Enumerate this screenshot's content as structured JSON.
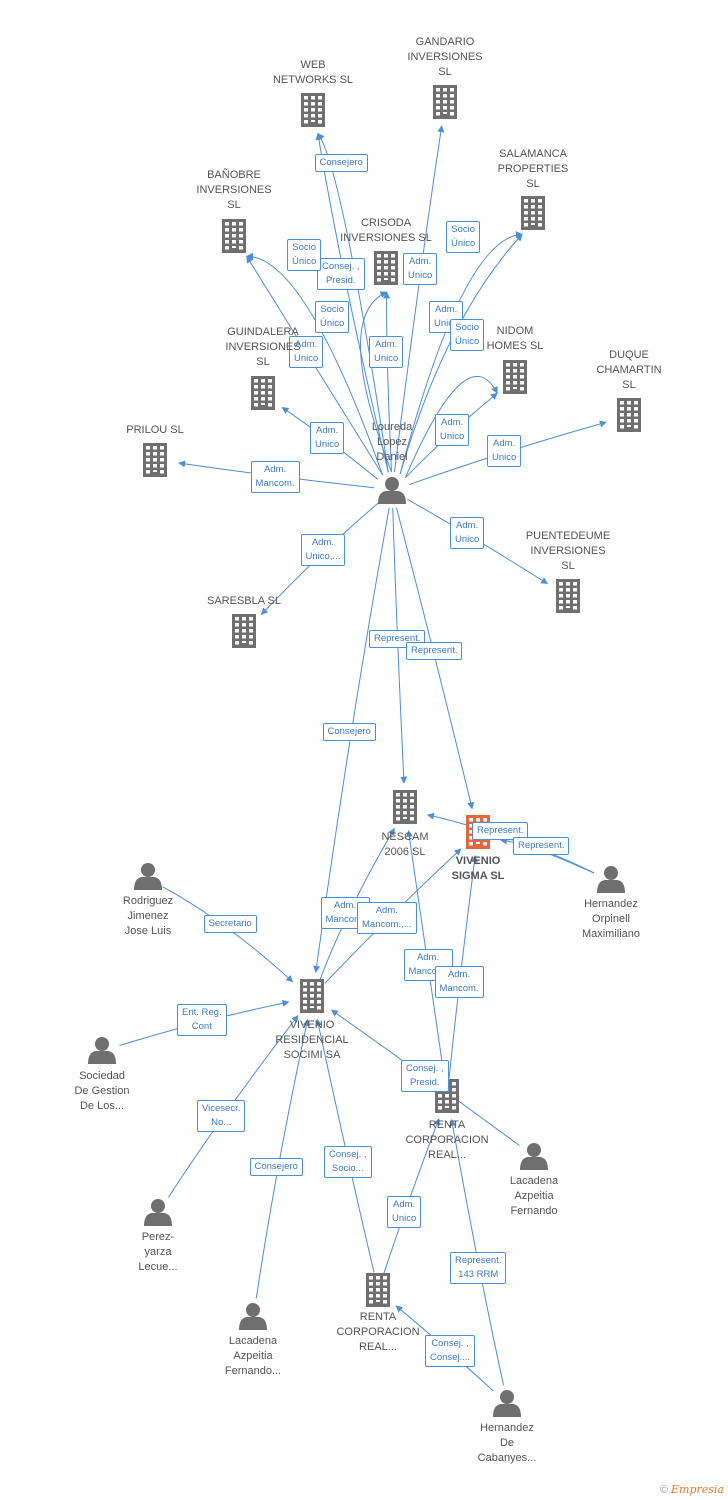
{
  "colors": {
    "edge": "#4a8fdc",
    "company": "#6f6f6f",
    "person": "#6f6f6f",
    "highlight": "#e8643c"
  },
  "nodes": [
    {
      "id": "web",
      "label": "WEB\nNETWORKS SL",
      "type": "company"
    },
    {
      "id": "gandario",
      "label": "GANDARIO\nINVERSIONES\nSL",
      "type": "company"
    },
    {
      "id": "banobre",
      "label": "BAÑOBRE\nINVERSIONES\nSL",
      "type": "company"
    },
    {
      "id": "salamanca",
      "label": "SALAMANCA\nPROPERTIES\nSL",
      "type": "company"
    },
    {
      "id": "crisoda",
      "label": "CRISODA\nINVERSIONES SL",
      "type": "company"
    },
    {
      "id": "guindalera",
      "label": "GUINDALERA\nINVERSIONES\nSL",
      "type": "company"
    },
    {
      "id": "nidom",
      "label": "NIDOM\nHOMES SL",
      "type": "company"
    },
    {
      "id": "duque",
      "label": "DUQUE\nCHAMARTIN\nSL",
      "type": "company"
    },
    {
      "id": "prilou",
      "label": "PRILOU SL",
      "type": "company"
    },
    {
      "id": "loureda",
      "label": "Loureda\nLopez\nDaniel",
      "type": "person"
    },
    {
      "id": "puentedeume",
      "label": "PUENTEDEUME\nINVERSIONES\nSL",
      "type": "company"
    },
    {
      "id": "saresbla",
      "label": "SARESBLA SL",
      "type": "company"
    },
    {
      "id": "nescam",
      "label": "NESCAM\n2006 SL",
      "type": "company"
    },
    {
      "id": "vivenio_sigma",
      "label": "VIVENIO\nSIGMA SL",
      "type": "main"
    },
    {
      "id": "rodriguez",
      "label": "Rodriguez\nJimenez\nJose Luis",
      "type": "person"
    },
    {
      "id": "hernandez_o",
      "label": "Hernandez\nOrpinell\nMaximiliano",
      "type": "person"
    },
    {
      "id": "vivenio_res",
      "label": "VIVENIO\nRESIDENCIAL\nSOCIMI SA",
      "type": "company"
    },
    {
      "id": "sociedad",
      "label": "Sociedad\nDe Gestion\nDe Los...",
      "type": "person"
    },
    {
      "id": "renta1",
      "label": "RENTA\nCORPORACION\nREAL...",
      "type": "company"
    },
    {
      "id": "lacadena1",
      "label": "Lacadena\nAzpeitia\nFernando",
      "type": "person"
    },
    {
      "id": "perez",
      "label": "Perez-\nyarza\nLecue...",
      "type": "person"
    },
    {
      "id": "lacadena2",
      "label": "Lacadena\nAzpeitia\nFernando...",
      "type": "person"
    },
    {
      "id": "renta2",
      "label": "RENTA\nCORPORACION\nREAL...",
      "type": "company"
    },
    {
      "id": "hernandez_c",
      "label": "Hernandez\nDe\nCabanyes...",
      "type": "person"
    }
  ],
  "edges": [
    {
      "from": "loureda",
      "to": "web",
      "label": "Consejero"
    },
    {
      "from": "loureda",
      "to": "web",
      "label": "Consej. ,\nPresid."
    },
    {
      "from": "loureda",
      "to": "gandario",
      "label": "Adm.\nUnico"
    },
    {
      "from": "loureda",
      "to": "banobre",
      "label": "Socio\nÚnico"
    },
    {
      "from": "loureda",
      "to": "banobre",
      "label": "Adm.\nUnico"
    },
    {
      "from": "loureda",
      "to": "salamanca",
      "label": "Socio\nÚnico"
    },
    {
      "from": "loureda",
      "to": "salamanca",
      "label": "Adm.\nUnico"
    },
    {
      "from": "loureda",
      "to": "crisoda",
      "label": "Socio\nÚnico"
    },
    {
      "from": "loureda",
      "to": "crisoda",
      "label": "Adm.\nUnico"
    },
    {
      "from": "loureda",
      "to": "nidom",
      "label": "Socio\nÚnico"
    },
    {
      "from": "loureda",
      "to": "nidom",
      "label": "Adm.\nUnico"
    },
    {
      "from": "loureda",
      "to": "guindalera",
      "label": "Adm.\nUnico"
    },
    {
      "from": "loureda",
      "to": "duque",
      "label": "Adm.\nUnico"
    },
    {
      "from": "loureda",
      "to": "prilou",
      "label": "Adm.\nMancom."
    },
    {
      "from": "loureda",
      "to": "puentedeume",
      "label": "Adm.\nUnico"
    },
    {
      "from": "loureda",
      "to": "saresbla",
      "label": "Adm.\nUnico,..."
    },
    {
      "from": "loureda",
      "to": "nescam",
      "label": "Represent."
    },
    {
      "from": "loureda",
      "to": "vivenio_sigma",
      "label": "Represent."
    },
    {
      "from": "loureda",
      "to": "vivenio_res",
      "label": "Consejero"
    },
    {
      "from": "hernandez_o",
      "to": "nescam",
      "label": "Represent."
    },
    {
      "from": "hernandez_o",
      "to": "vivenio_sigma",
      "label": "Represent."
    },
    {
      "from": "rodriguez",
      "to": "vivenio_res",
      "label": "Secretario"
    },
    {
      "from": "vivenio_res",
      "to": "nescam",
      "label": "Adm.\nMancom."
    },
    {
      "from": "vivenio_res",
      "to": "vivenio_sigma",
      "label": "Adm.\nMancom.,..."
    },
    {
      "from": "renta1",
      "to": "nescam",
      "label": "Adm.\nMancom."
    },
    {
      "from": "renta1",
      "to": "vivenio_sigma",
      "label": "Adm.\nMancom."
    },
    {
      "from": "sociedad",
      "to": "vivenio_res",
      "label": "Ent. Reg.\nCont"
    },
    {
      "from": "lacadena1",
      "to": "vivenio_res",
      "label": "Consej. ,\nPresid."
    },
    {
      "from": "perez",
      "to": "vivenio_res",
      "label": "Vicesecr.\nNo..."
    },
    {
      "from": "lacadena2",
      "to": "vivenio_res",
      "label": "Consejero"
    },
    {
      "from": "renta2",
      "to": "vivenio_res",
      "label": "Consej. ,\nSocio..."
    },
    {
      "from": "renta2",
      "to": "renta1",
      "label": "Adm.\nUnico"
    },
    {
      "from": "hernandez_c",
      "to": "renta1",
      "label": "Represent.\n143 RRM"
    },
    {
      "from": "hernandez_c",
      "to": "renta2",
      "label": "Consej. ,\nConsej...."
    }
  ],
  "footer": {
    "copyright": "©",
    "brand": "Empresia"
  }
}
